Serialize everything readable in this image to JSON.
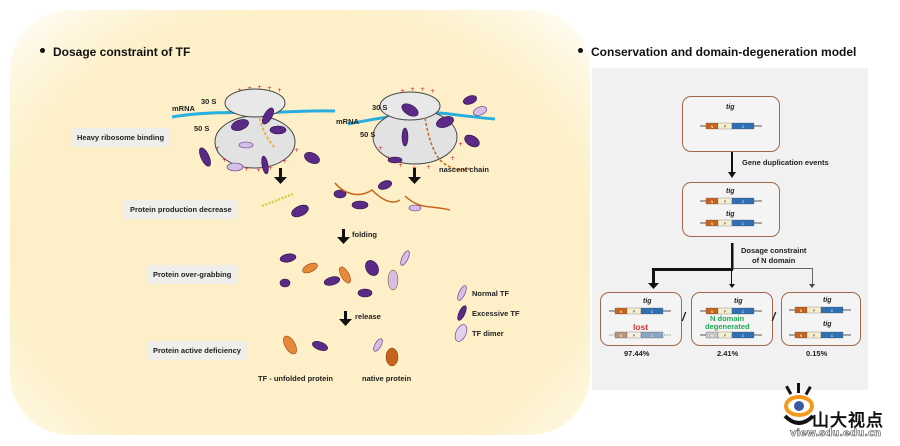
{
  "left_panel": {
    "title": "Dosage constraint of TF",
    "ribosome": {
      "small_subunit": "30 S",
      "large_subunit": "50 S",
      "mrna": "mRNA",
      "nascent": "nascent chain"
    },
    "steps": [
      "Heavy ribosome binding",
      "Protein production decrease",
      "Protein over-grabbing",
      "Protein active deficiency"
    ],
    "arrows": {
      "folding": "folding",
      "release": "release"
    },
    "bottom_labels": {
      "tf_unfolded": "TF - unfolded protein",
      "native": "native protein"
    },
    "legend": [
      {
        "icon": "normal-tf-icon",
        "label": "Normal TF",
        "color": "#c9b3d8"
      },
      {
        "icon": "excessive-tf-icon",
        "label": "Excessive TF",
        "color": "#5a2a86"
      },
      {
        "icon": "tf-dimer-icon",
        "label": "TF dimer",
        "color": "#d8c8e6"
      }
    ]
  },
  "right_panel": {
    "title": "Conservation and domain-degeneration model",
    "gene_name": "tig",
    "domains": {
      "n": "N",
      "p": "P",
      "c": "C"
    },
    "step1": "Gene duplication events",
    "step2_line1": "Dosage constraint",
    "step2_line2": "of N domain",
    "outcomes": [
      {
        "annotation": "lost",
        "annotation_color": "#e03030",
        "percent": "97.44%"
      },
      {
        "annotation_line1": "N domain",
        "annotation_line2": "degenerated",
        "annotation_color": "#22aa55",
        "percent": "2.41%"
      },
      {
        "percent": "0.15%"
      }
    ],
    "separator": "/"
  },
  "watermark": {
    "text": "山大视点",
    "url_text": "view.sdu.edu.cn"
  },
  "colors": {
    "tf_purple": "#5a2a86",
    "n_domain": "#c8631d",
    "p_domain": "#f6efcf",
    "c_domain": "#2f6fb3",
    "mrna": "#29aee0",
    "box_border": "#a0694a"
  }
}
